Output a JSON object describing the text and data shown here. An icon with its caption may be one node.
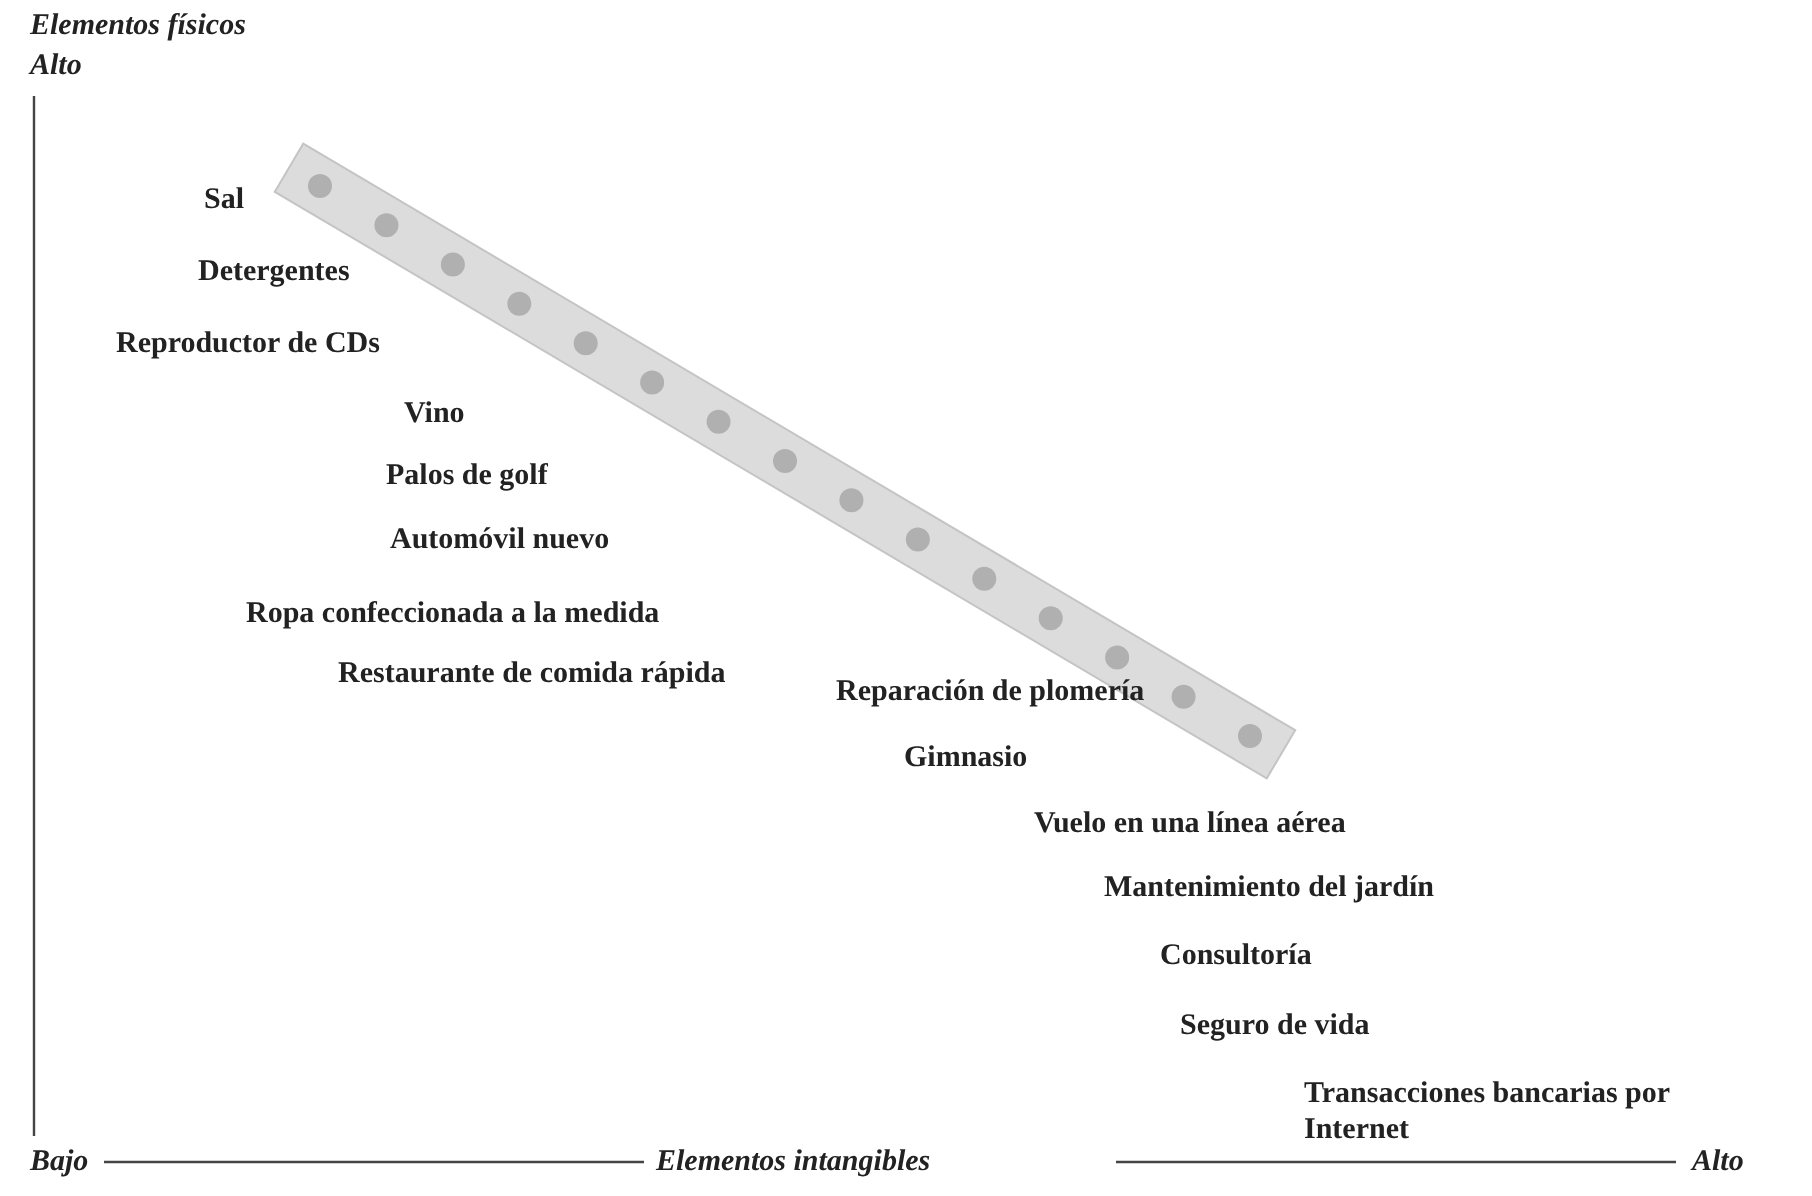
{
  "diagram": {
    "labels": [
      "Elementos físicos",
      "Alto",
      "Sal",
      "Detergentes",
      "Reproductor de CDs",
      "Vino",
      "Palos de golf",
      "Automóvil nuevo",
      "Ropa confeccionada a la medida",
      "Restaurante de comida rápida",
      "Reparación de plomería",
      "Gimnasio",
      "Vuelo en una línea aérea",
      "Mantenimiento del jardín",
      "Consultoría",
      "Seguro de vida",
      "Transacciones bancarias por Internet",
      "Bajo",
      "Elementos intangibles",
      "Alto"
    ]
  }
}
